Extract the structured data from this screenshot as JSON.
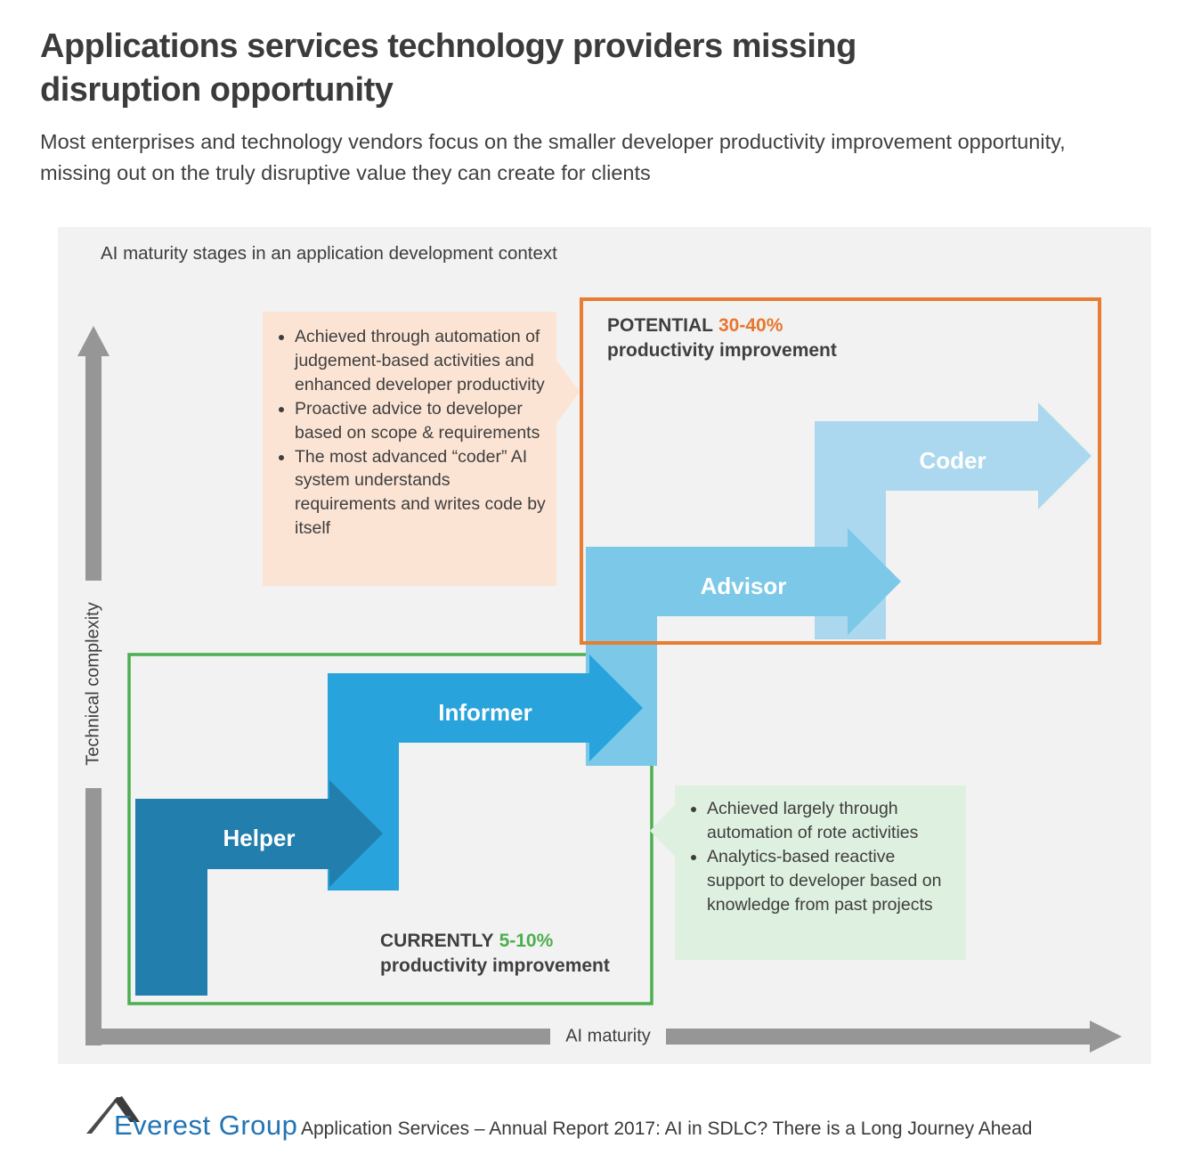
{
  "page": {
    "title": "Applications services technology providers missing disruption opportunity",
    "subtitle": "Most enterprises and technology vendors focus on the smaller developer productivity improvement opportunity, missing out on the truly disruptive value they can create for clients"
  },
  "chart": {
    "header": "AI maturity stages in an application development context",
    "y_axis_label": "Technical complexity",
    "x_axis_label": "AI maturity",
    "stages": [
      "Helper",
      "Informer",
      "Advisor",
      "Coder"
    ],
    "currently_box": {
      "prefix": "CURRENTLY",
      "value": "5-10%",
      "suffix": "productivity improvement"
    },
    "potential_box": {
      "prefix": "POTENTIAL",
      "value": "30-40%",
      "suffix": "productivity improvement"
    },
    "potential_callout": {
      "bullets": [
        "Achieved through automation of judgement-based activities and enhanced developer productivity",
        "Proactive advice to developer based on scope & requirements",
        "The most advanced “coder” AI system understands requirements and writes code by itself"
      ]
    },
    "currently_callout": {
      "bullets": [
        "Achieved largely through automation of rote activities",
        "Analytics-based reactive support to developer based on knowledge from past projects"
      ]
    }
  },
  "colors": {
    "panel_bg": "#f2f2f2",
    "axis_gray": "#969696",
    "stage_helper": "#217ead",
    "stage_informer": "#29a3dc",
    "stage_advisor": "#7cc8e8",
    "stage_coder": "#abd8ef",
    "currently_green": "#4caf50",
    "potential_orange": "#e8762c",
    "callout_peach": "#fce4d4",
    "callout_green": "#def0df",
    "brand_blue": "#2274b5"
  },
  "footer": {
    "brand": "Everest Group",
    "caption": "Application Services – Annual Report 2017: AI in SDLC? There is a Long Journey Ahead"
  }
}
